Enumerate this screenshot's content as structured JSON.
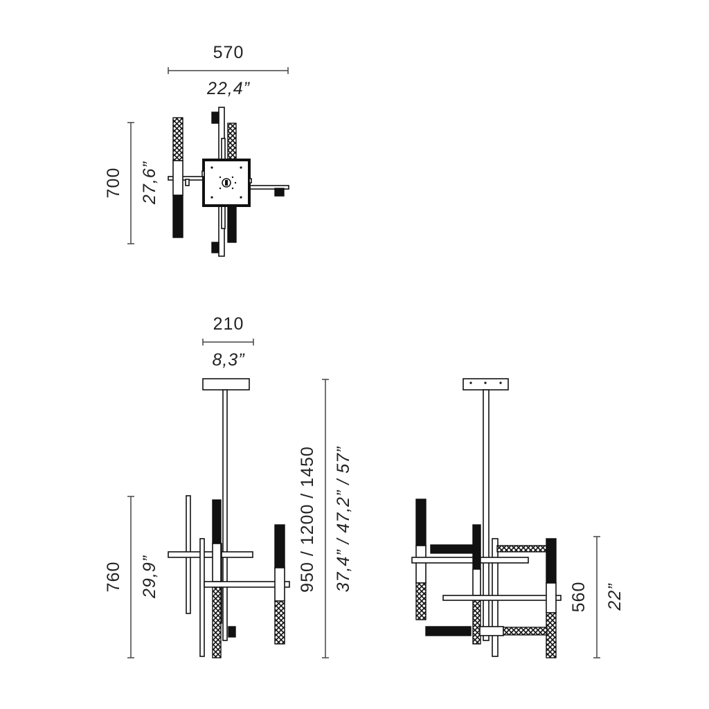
{
  "top_view": {
    "width_mm": "570",
    "width_in": "22,4”",
    "depth_mm": "700",
    "depth_in": "27,6”"
  },
  "front_view": {
    "canopy_mm": "210",
    "canopy_in": "8,3”",
    "body_height_mm": "760",
    "body_height_in": "29,9”",
    "total_height_mm": "950 / 1200 / 1450",
    "total_height_in": "37,4” / 47,2” / 57”"
  },
  "side_view": {
    "body_height_mm": "560",
    "body_height_in": "22”"
  },
  "colors": {
    "line": "#111111",
    "dimension": "#444444"
  }
}
